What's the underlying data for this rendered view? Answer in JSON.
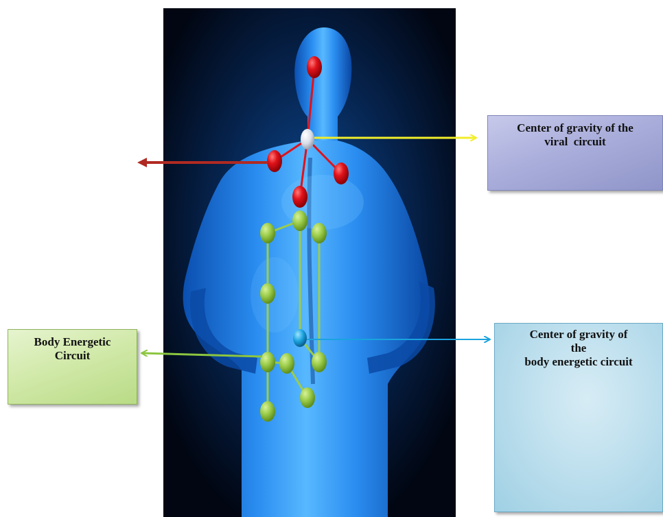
{
  "labels": {
    "viral_gravity": {
      "line1": "Center of gravity of the",
      "line2": "viral  circuit"
    },
    "body_energetic_circuit": {
      "line1": "Body Energetic",
      "line2": "Circuit"
    },
    "body_gravity": {
      "line1": "Center of gravity of",
      "line2": "the",
      "line3": "body energetic circuit"
    }
  },
  "colors": {
    "viral_nodes": "#e0121a",
    "viral_center": "#d9dde8",
    "body_nodes": "#9ccc4a",
    "body_center": "#1aa3df",
    "arrow_viral": "#f2ee2a",
    "arrow_body_gravity": "#1aa3df",
    "arrow_body_circuit": "#8cc63f",
    "arrow_left_red": "#b02a22"
  }
}
